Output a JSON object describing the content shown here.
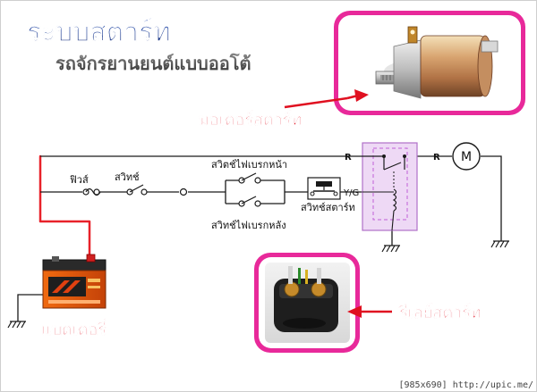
{
  "title": {
    "main": "ระบบสตาร์ท",
    "sub": "รถจักรยานยนต์แบบออโต้"
  },
  "components": {
    "fuse": "ฟิวส์",
    "switch": "สวิทช์",
    "front_brake_switch": "สวิตช์ไฟเบรกหน้า",
    "rear_brake_switch": "สวิทช์ไฟเบรกหลัง",
    "start_switch": "สวิทช์สตาร์ท",
    "starter_motor": "มอเตอร์สตาร์ท",
    "starter_relay": "รีเลย์สตาร์ท",
    "battery": "แบตเตอรี่",
    "motor_symbol": "M"
  },
  "terminals": {
    "r_left": "R",
    "r_right": "R",
    "yg": "Y/G"
  },
  "watermark": "[985x690] http://upic.me/",
  "colors": {
    "wire_red": "#e8222a",
    "wire_black": "#1a1a1a",
    "relay_fill": "#eed9f5",
    "relay_stroke": "#b070c8",
    "relay_dash": "#c060d8",
    "title_blue": "#1e3d8f",
    "label_red": "#e01020",
    "callout_pink": "#e8299a"
  }
}
